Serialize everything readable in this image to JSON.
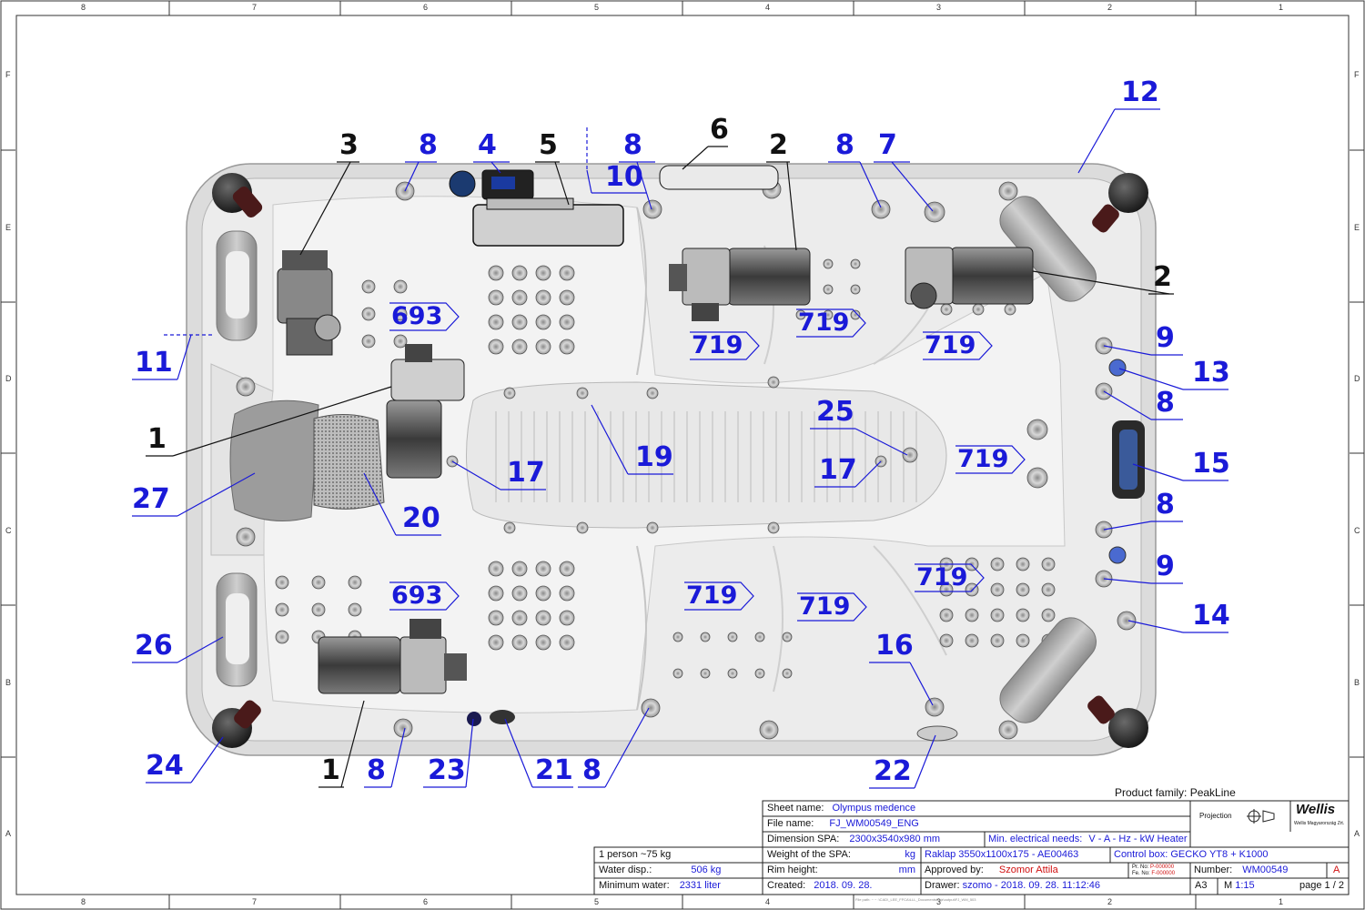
{
  "drawing": {
    "grid_columns": [
      "8",
      "7",
      "6",
      "5",
      "4",
      "3",
      "2",
      "1"
    ],
    "grid_rows": [
      "F",
      "E",
      "D",
      "C",
      "B",
      "A"
    ],
    "callouts_blue": [
      "8",
      "4",
      "8",
      "10",
      "8",
      "7",
      "12",
      "9",
      "13",
      "8",
      "15",
      "8",
      "9",
      "14",
      "16",
      "22",
      "25",
      "17",
      "17",
      "19",
      "20",
      "27",
      "26",
      "24",
      "8",
      "23",
      "21",
      "8",
      "11"
    ],
    "callouts_black": [
      "3",
      "5",
      "6",
      "2",
      "2",
      "1",
      "1"
    ],
    "jet_labels": [
      "693",
      "693",
      "719",
      "719",
      "719",
      "719",
      "719",
      "719",
      "719"
    ]
  },
  "title_block": {
    "product_family_label": "Product family:",
    "product_family": "PeakLine",
    "sheet_name_label": "Sheet name:",
    "sheet_name": "Olympus medence",
    "file_name_label": "File name:",
    "file_name": "FJ_WM00549_ENG",
    "dimension_label": "Dimension SPA:",
    "dimension": "2300x3540x980 mm",
    "min_electrical_label": "Min. electrical needs:",
    "min_electrical": "V - A - Hz -  kW Heater",
    "weight_label": "Weight of the SPA:",
    "weight_unit": "kg",
    "raklap": "Raklap 3550x1100x175 - AE00463",
    "control_box_label": "Control box:",
    "control_box": "GECKO YT8 + K1000",
    "person_note": "1 person ~75 kg",
    "water_disp_label": "Water disp.:",
    "water_disp": "506 kg",
    "rim_height_label": "Rim height:",
    "rim_height_unit": "mm",
    "approved_label": "Approved by:",
    "approved": "Szomor Attila",
    "pr_no_label": "Pr. No:",
    "pr_no": "P-000000",
    "fe_no_label": "Fe. No:",
    "fe_no": "F-000000",
    "number_label": "Number:",
    "number": "WM00549",
    "revision": "A",
    "min_water_label": "Minimum water:",
    "min_water": "2331 liter",
    "created_label": "Created:",
    "created": "2018. 09. 28.",
    "drawer_label": "Drawer:",
    "drawer": "szomo - 2018. 09. 28. 11:12:46",
    "format": "A3",
    "scale_label": "M",
    "scale": "1:15",
    "page": "page 1 / 2",
    "projection_label": "Projection",
    "logo": "Wellis",
    "logo_sub": "Wellis Magyarország Zrt.",
    "file_path": "File path: ~ ~ :\\CAD\\_LEE_FFCA\\LLL_Documents\\rajz\\output\\FJ_WM_503"
  }
}
